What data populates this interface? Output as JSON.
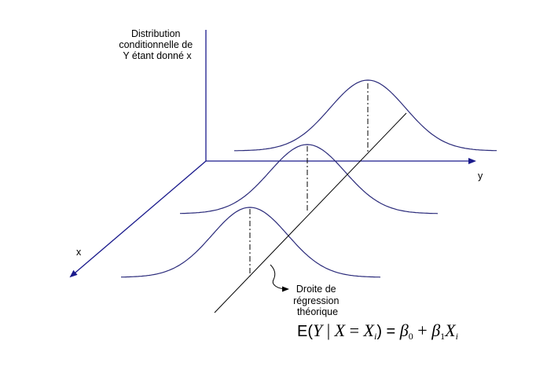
{
  "labels": {
    "axis_title": [
      "Distribution",
      "conditionnelle de",
      "Y étant donné x"
    ],
    "y_axis": "y",
    "x_axis": "x",
    "regression_label": [
      "Droite de",
      "régression",
      "théorique"
    ]
  },
  "formula": {
    "lhs_E": "E(",
    "lhs_Y": "Y",
    "lhs_bar": " | ",
    "lhs_X": "X",
    "lhs_eq": " = ",
    "lhs_Xi": "X",
    "lhs_i": "i",
    "lhs_close": ")",
    "equals": " = ",
    "beta0": "β",
    "beta0_sub": "0",
    "plus": " + ",
    "beta1": "β",
    "beta1_sub": "1",
    "X": "X",
    "X_sub": "i"
  },
  "colors": {
    "curve": "#2a2a7a",
    "axis": "#1a1a8c",
    "line": "#000000"
  }
}
